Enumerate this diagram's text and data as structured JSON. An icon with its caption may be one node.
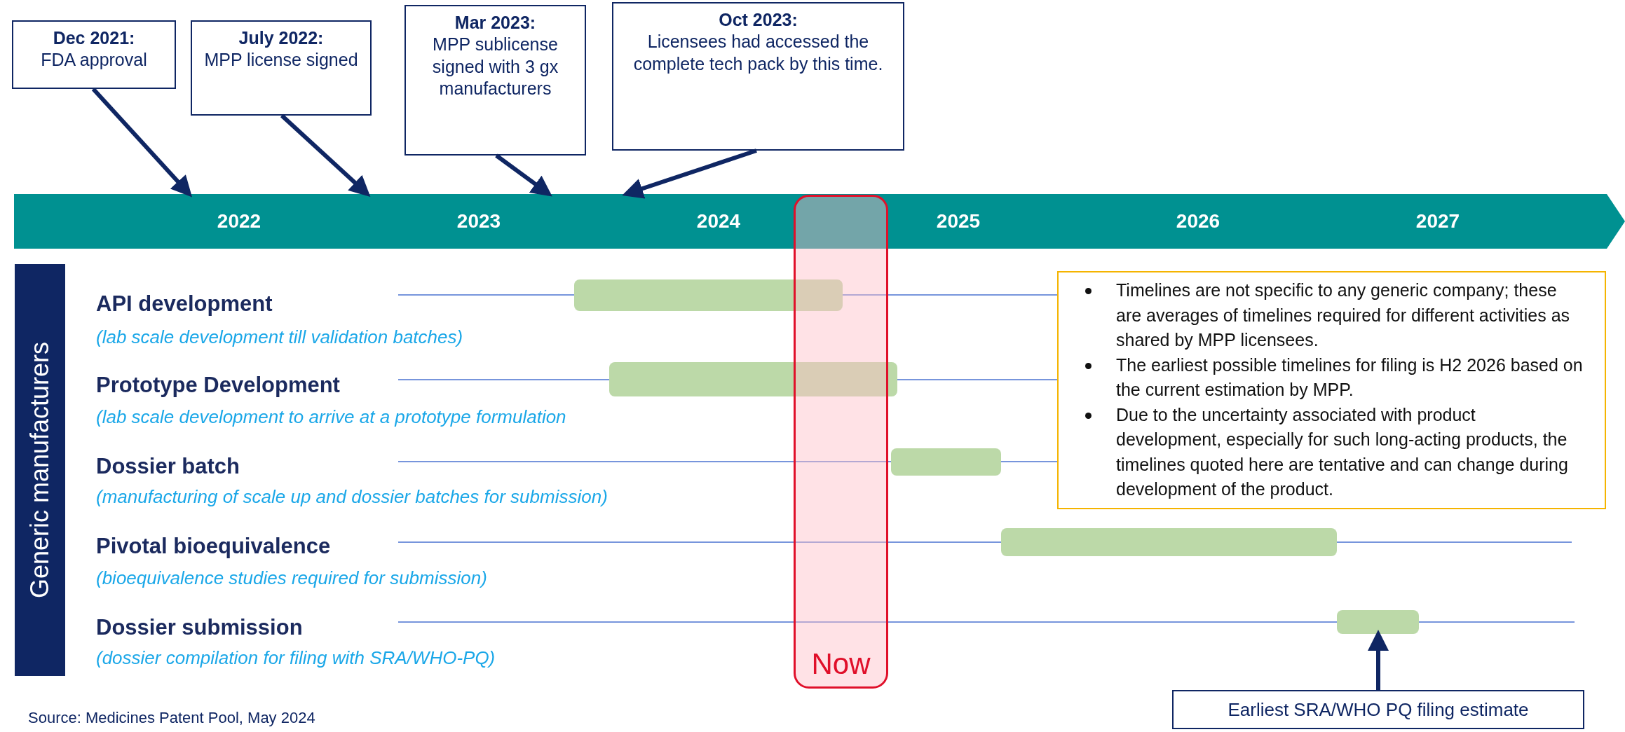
{
  "diagram": {
    "nodes": [
      {
        "text": [
          "Dec 2021:",
          "FDA approval"
        ]
      },
      {
        "text": [
          "July 2022:",
          "MPP license signed"
        ]
      },
      {
        "text": [
          "Mar 2023:",
          "MPP sublicense signed with 3 gx manufacturers"
        ]
      },
      {
        "text": [
          "Oct 2023:",
          "Licensees had accessed the complete tech pack by this time."
        ]
      },
      {
        "text": [
          "2022",
          "2023",
          "2024",
          "2025",
          "2026",
          "2027"
        ]
      },
      {
        "text": [
          "Generic manufacturers"
        ]
      },
      {
        "text": [],
        "shape": "bar"
      },
      {
        "text": [],
        "shape": "bar"
      },
      {
        "text": [],
        "shape": "bar"
      },
      {
        "text": [],
        "shape": "bar"
      },
      {
        "text": [],
        "shape": "bar"
      },
      {
        "text": [
          "Now"
        ]
      },
      {
        "text": [
          "Timelines are not specific to any generic company; these are averages of timelines required for different activities as shared by MPP licensees.",
          "The earliest possible timelines for filing is H2 2026 based on the current estimation by MPP.",
          "Due to the uncertainty associated with product development, especially for such long-acting products, the timelines quoted here are tentative and can change during development of the product."
        ]
      },
      {
        "text": [
          "Earliest SRA/WHO PQ filing estimate"
        ]
      }
    ],
    "edges": [
      {
        "from": 0,
        "to": 4,
        "arrow": "to"
      },
      {
        "from": 1,
        "to": 4,
        "arrow": "to"
      },
      {
        "from": 2,
        "to": 4,
        "arrow": "to"
      },
      {
        "from": 3,
        "to": 4,
        "arrow": "to"
      },
      {
        "from": 13,
        "to": 10,
        "arrow": "to"
      }
    ],
    "labels": [
      "API development",
      "(lab scale development till validation batches)",
      "Prototype Development",
      "(lab scale development to arrive at a prototype formulation",
      "Dossier batch",
      "(manufacturing of scale up and dossier batches for submission)",
      "Pivotal bioequivalence",
      "(bioequivalence studies required for submission)",
      "Dossier submission",
      "(dossier compilation for filing with SRA/WHO-PQ)",
      "Source: Medicines Patent Pool, May 2024"
    ]
  }
}
